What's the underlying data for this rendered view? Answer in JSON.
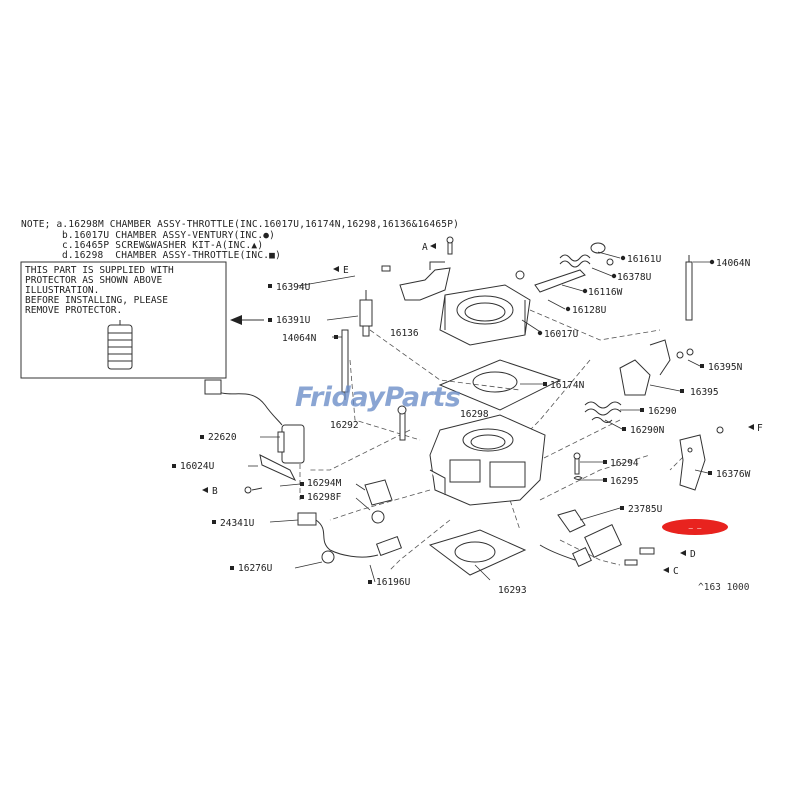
{
  "notes": {
    "line1": "NOTE; a.16298M CHAMBER ASSY-THROTTLE(INC.16017U,16174N,16298,16136&16465P)",
    "line2": "b.16017U CHAMBER ASSY-VENTURY(INC.●)",
    "line3": "c.16465P SCREW&WASHER KIT-A(INC.▲)",
    "line4": "d.16298  CHAMBER ASSY-THROTTLE(INC.■)"
  },
  "protector_box": {
    "line1": "THIS PART IS SUPPLIED WITH",
    "line2": "PROTECTOR AS SHOWN ABOVE",
    "line3": "ILLUSTRATION.",
    "line4": "BEFORE INSTALLING, PLEASE",
    "line5": "REMOVE PROTECTOR."
  },
  "watermark": "FridayParts",
  "diagram_code": "^163 1000",
  "parts": {
    "p16161U": "16161U",
    "p14064N_r": "14064N",
    "p16378U": "16378U",
    "p16116W": "16116W",
    "p16128U": "16128U",
    "p16017U": "16017U",
    "p16394U": "16394U",
    "p16391U": "16391U",
    "p14064N_l": "14064N",
    "p16136": "16136",
    "p16395N": "16395N",
    "p16395": "16395",
    "p16174N": "16174N",
    "p16290": "16290",
    "p16290N": "16290N",
    "p16298": "16298",
    "p16292": "16292",
    "p22620": "22620",
    "p16024U": "16024U",
    "p16294": "16294",
    "p16295": "16295",
    "p16376W": "16376W",
    "p16294M": "16294M",
    "p16298F": "16298F",
    "p23785U": "23785U",
    "p24341U": "24341U",
    "p16276U": "16276U",
    "p16196U": "16196U",
    "p16293": "16293"
  },
  "refs": {
    "A": "A",
    "E": "E",
    "B": "B",
    "F": "F",
    "D": "D",
    "C": "C"
  },
  "highlight_color": "#e8231f",
  "watermark_color": "#6a8cc7"
}
